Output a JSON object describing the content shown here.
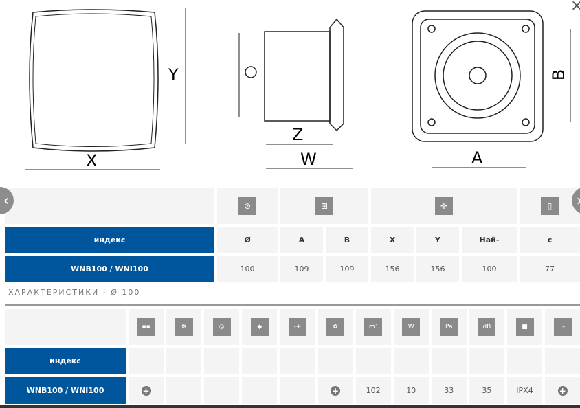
{
  "drawing": {
    "labels": {
      "x": "X",
      "y": "Y",
      "z": "Z",
      "w": "W",
      "a": "A",
      "b": "B"
    }
  },
  "close_icon": "×",
  "nav": {
    "prev": "‹",
    "next": "›"
  },
  "table1": {
    "index_label": "индекс",
    "columns": [
      "Ø",
      "A",
      "B",
      "X",
      "Y",
      "Най-",
      "c"
    ],
    "model": "WNB100 / WNI100",
    "values": [
      "100",
      "109",
      "109",
      "156",
      "156",
      "100",
      "77"
    ]
  },
  "section_title": "ХАРАКТЕРИСТИКИ - Ø 100",
  "table2": {
    "index_label": "индекс",
    "model": "WNB100 / WNI100",
    "icons": [
      "four-squares-icon",
      "fan-grill-icon",
      "timer-icon",
      "humidity-icon",
      "speed-level-icon",
      "ball-bearing-icon",
      "airflow-m3h-icon",
      "power-watt-icon",
      "pressure-pa-icon",
      "noise-db-icon",
      "ip-rating-icon",
      "pull-cord-icon"
    ],
    "icon_glyphs": [
      "▪▪",
      "✲",
      "◎",
      "◆",
      "-+",
      "✿",
      "m³",
      "W",
      "Pa",
      "dB",
      "■",
      "|–"
    ],
    "values": [
      "+",
      "",
      "",
      "",
      "",
      "+",
      "102",
      "10",
      "33",
      "35",
      "IPX4",
      "+"
    ]
  },
  "colors": {
    "blue": "#00569c",
    "cell": "#f4f4f4",
    "icon": "#8a8a8a"
  }
}
